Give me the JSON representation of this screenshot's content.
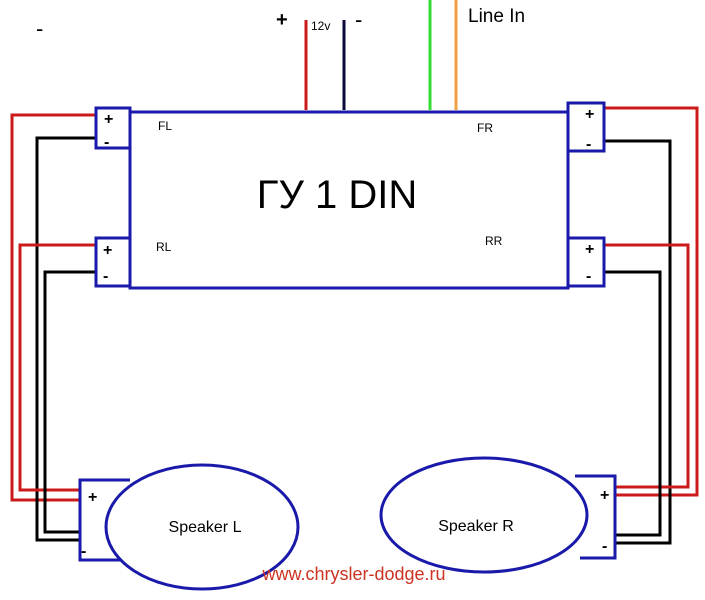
{
  "labels": {
    "corner_minus": "-",
    "power_plus": "+",
    "power_voltage": "12v",
    "power_minus": "-",
    "line_in": "Line In",
    "head_unit": "ГУ 1 DIN",
    "fl": "FL",
    "fr": "FR",
    "rl": "RL",
    "rr": "RR",
    "plus": "+",
    "minus": "-",
    "speaker_l": "Speaker L",
    "speaker_r": "Speaker R",
    "website": "www.chrysler-dodge.ru"
  },
  "colors": {
    "positive_wire": "#cc1a1a",
    "negative_wire": "#000000",
    "power_negative_wire": "#0a0a3a",
    "line_in_green": "#33dd33",
    "line_in_orange": "#f0a040",
    "outline": "#1a1aaa",
    "website_text": "#cc3322"
  }
}
